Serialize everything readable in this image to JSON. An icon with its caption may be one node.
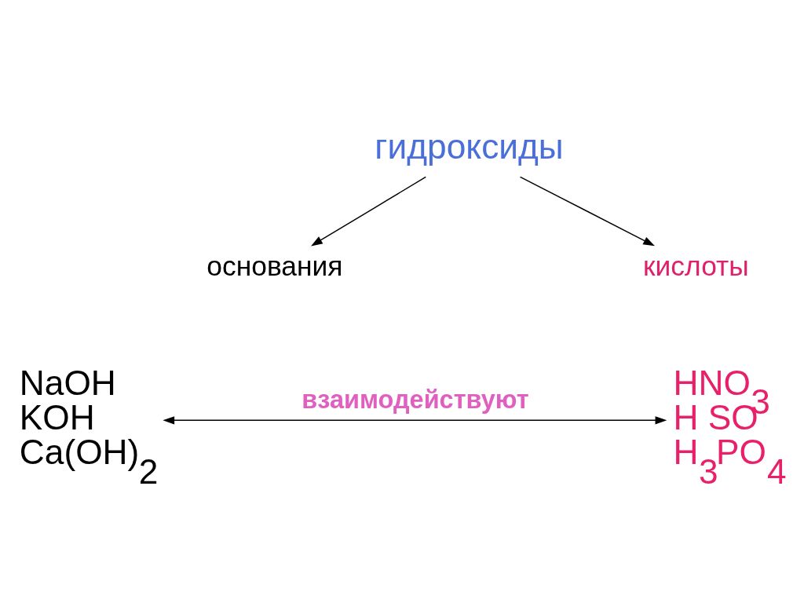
{
  "diagram": {
    "nodes": [
      {
        "text": [
          "гидроксиды"
        ]
      },
      {
        "text": [
          "основания"
        ]
      },
      {
        "text": [
          "кислоты"
        ]
      },
      {
        "text": [
          "NaOH",
          "KOH",
          "Ca(OH)$_{2}$"
        ]
      },
      {
        "text": [
          "HNO$_{3}$",
          "H SO",
          "H$_{3}$PO$_{4}$"
        ]
      }
    ],
    "edges": [
      {
        "from": 0,
        "to": 1,
        "arrow": "to"
      },
      {
        "from": 0,
        "to": 2,
        "arrow": "to"
      },
      {
        "from": 3,
        "to": 4,
        "arrow": "both",
        "label": "взаимодействуют"
      }
    ]
  }
}
